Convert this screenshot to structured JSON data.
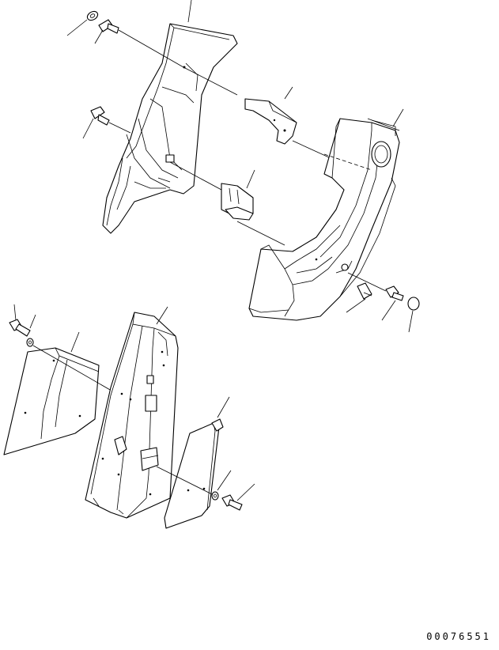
{
  "drawing": {
    "number": "00076551"
  },
  "parts": [
    {
      "key": "upper-left-cover"
    },
    {
      "key": "upper-right-cover"
    },
    {
      "key": "upper-bracket"
    },
    {
      "key": "lower-bracket"
    },
    {
      "key": "center-panel"
    },
    {
      "key": "left-plate"
    },
    {
      "key": "right-plate"
    },
    {
      "key": "bolt"
    },
    {
      "key": "washer"
    },
    {
      "key": "cap"
    }
  ]
}
